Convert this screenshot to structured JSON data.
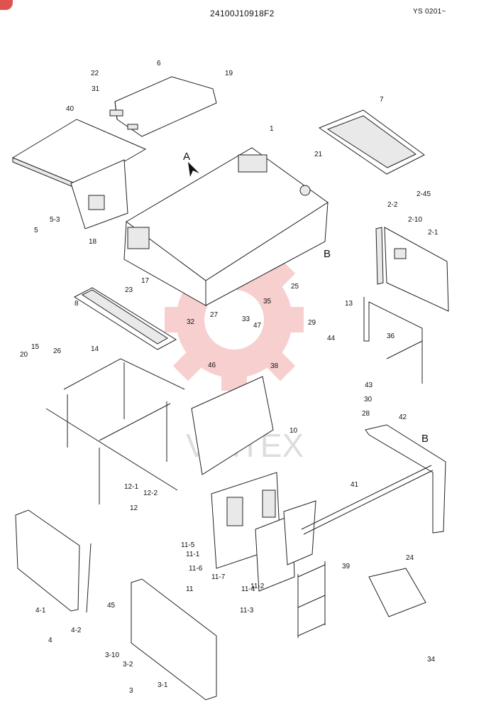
{
  "header": {
    "drawing_code": "24100J10918F2",
    "serial_range": "YS 0201~"
  },
  "watermark": {
    "text": "VIHTEX",
    "color": "#e85a5a"
  },
  "view_markers": {
    "view_a": "A",
    "section_b": "B"
  },
  "callouts": [
    "1",
    "2-45",
    "2-2",
    "2-10",
    "2-1",
    "3",
    "3-1",
    "3-2",
    "3-10",
    "4",
    "4-1",
    "4-2",
    "5",
    "5-3",
    "6",
    "7",
    "8",
    "10",
    "11",
    "11-1",
    "11-2",
    "11-3",
    "11-4",
    "11-5",
    "11-6",
    "11-7",
    "12",
    "12-1",
    "12-2",
    "13",
    "14",
    "15",
    "17",
    "18",
    "19",
    "20",
    "21",
    "22",
    "23",
    "24",
    "25",
    "26",
    "27",
    "28",
    "29",
    "30",
    "31",
    "32",
    "33",
    "34",
    "35",
    "36",
    "38",
    "39",
    "40",
    "41",
    "42",
    "43",
    "44",
    "45",
    "46",
    "47"
  ]
}
